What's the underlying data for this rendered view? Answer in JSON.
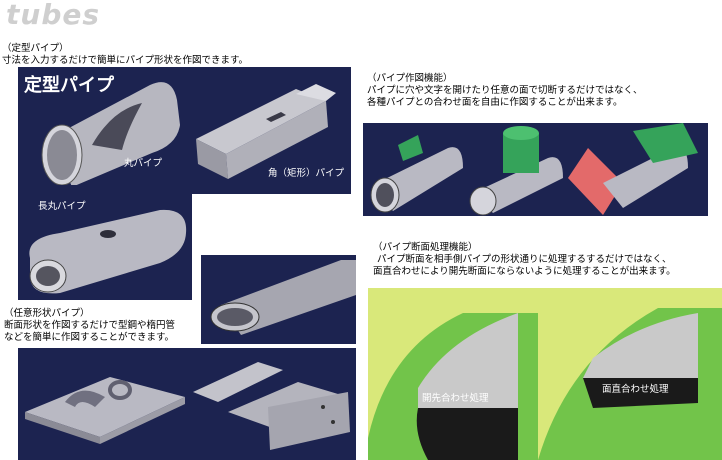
{
  "logo": "tubes",
  "sections": {
    "fixed": {
      "heading": "（定型パイプ）",
      "desc": "寸法を入力するだけで簡単にパイプ形状を作図できます。"
    },
    "panel_title": "定型パイプ",
    "round": "丸パイプ",
    "square": "角（矩形）パイプ",
    "oval": "長丸パイプ",
    "arbitrary": {
      "heading": "（任意形状パイプ）",
      "line1": "断面形状を作図するだけで型鋼や楕円管",
      "line2": "などを簡単に作図することができます。"
    },
    "drawing": {
      "heading": "（パイプ作図機能）",
      "line1": "パイプに穴や文字を開けたり任意の面で切断するだけではなく、",
      "line2": "各種パイプとの合わせ面を自由に作図することが出来ます。"
    },
    "section_proc": {
      "heading": "（パイプ断面処理機能）",
      "line1": "パイプ断面を相手側パイプの形状通りに処理するするだけではなく、",
      "line2": "面直合わせにより開先断面にならないように処理することが出来ます。"
    },
    "bevel": "開先合わせ処理",
    "perp": "面直合わせ処理"
  },
  "colors": {
    "panel": "#1c2350",
    "pipe": "#b9b9c3",
    "green_bg": "#d9e87a",
    "accent_green": "#35a35a",
    "accent_red": "#e36a6a"
  }
}
